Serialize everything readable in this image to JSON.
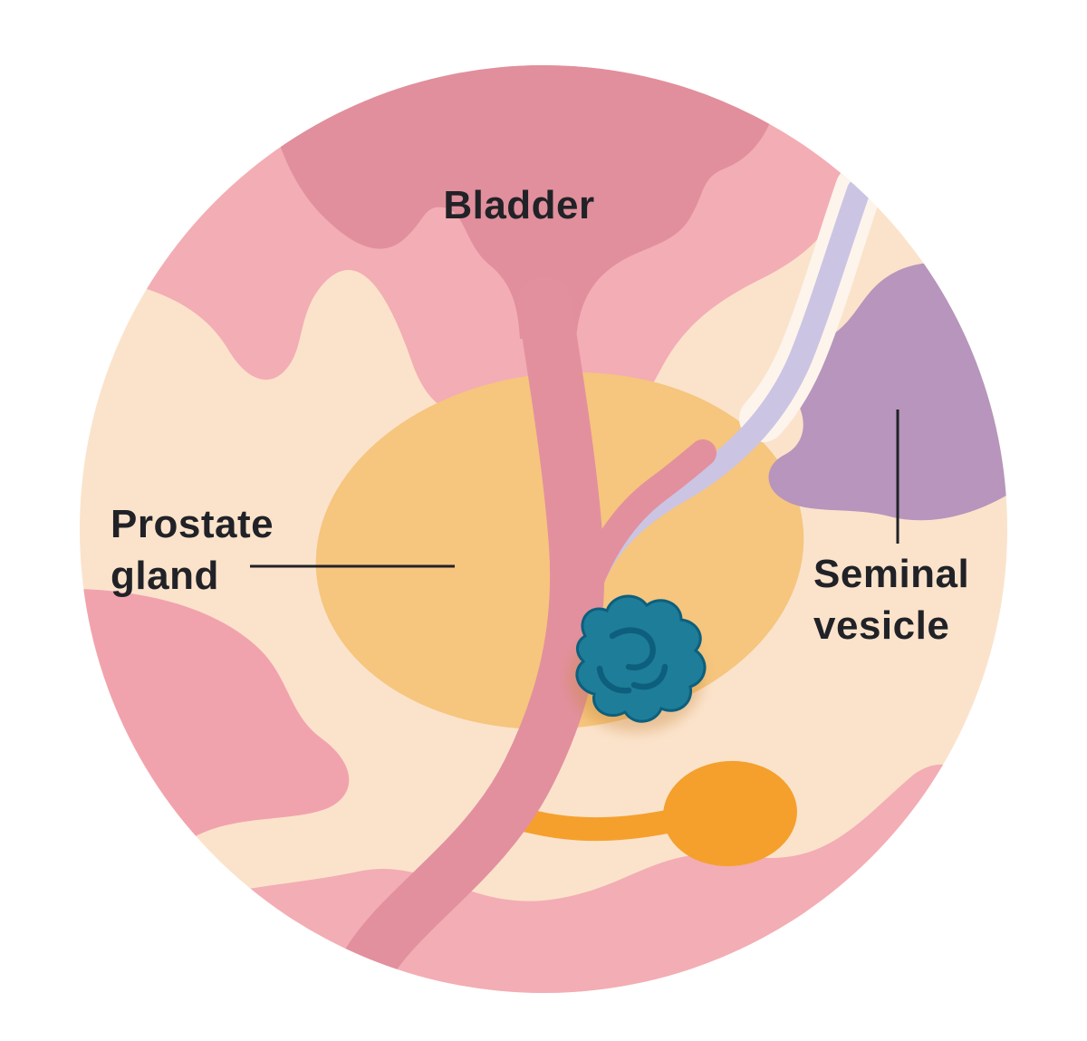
{
  "diagram": {
    "description": "Anatomical illustration of the male pelvic region showing the bladder, prostate gland with a tumor, and seminal vesicle",
    "labels": {
      "bladder": "Bladder",
      "prostate": "Prostate gland",
      "seminal": "Seminal vesicle"
    },
    "colors": {
      "page_bg": "#ffffff",
      "base": "#fbe3cb",
      "pink_light": "#f3adb4",
      "pink_mid": "#f1a3ad",
      "pink_dark": "#e18f9c",
      "prostate": "#f6c57e",
      "urethra": "#e2909e",
      "vesicle_purple": "#b795bc",
      "duct_lavender": "#cbc5e3",
      "duct_gap": "#fdf4ec",
      "tumor": "#1e7d98",
      "tumor_detail": "#0d5f7d",
      "tumor_shadow": "#c9883e",
      "gland_orange": "#f5a02d",
      "text": "#212227"
    }
  }
}
